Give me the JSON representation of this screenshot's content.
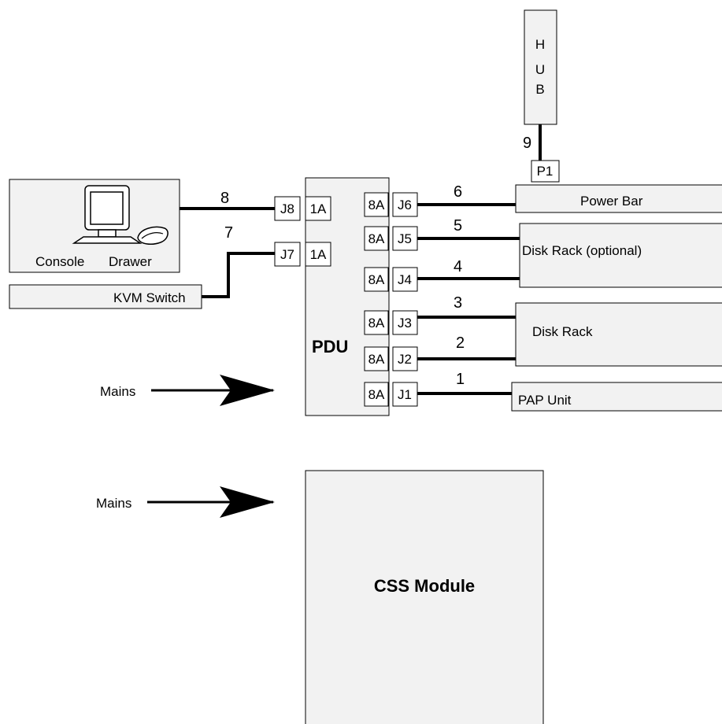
{
  "hub": {
    "letters": [
      "H",
      "U",
      "B"
    ]
  },
  "hub_port": "P1",
  "cable_labels": {
    "c1": "1",
    "c2": "2",
    "c3": "3",
    "c4": "4",
    "c5": "5",
    "c6": "6",
    "c7": "7",
    "c8": "8",
    "c9": "9"
  },
  "console": {
    "word1": "Console",
    "word2": "Drawer"
  },
  "kvm_switch": "KVM Switch",
  "pdu": {
    "title": "PDU",
    "left_jacks": [
      {
        "jack": "J8",
        "rating": "1A"
      },
      {
        "jack": "J7",
        "rating": "1A"
      }
    ],
    "right_jacks": [
      {
        "rating": "8A",
        "jack": "J6"
      },
      {
        "rating": "8A",
        "jack": "J5"
      },
      {
        "rating": "8A",
        "jack": "J4"
      },
      {
        "rating": "8A",
        "jack": "J3"
      },
      {
        "rating": "8A",
        "jack": "J2"
      },
      {
        "rating": "8A",
        "jack": "J1"
      }
    ]
  },
  "devices": {
    "power_bar": "Power Bar",
    "disk_rack_optional": "Disk Rack (optional)",
    "disk_rack": "Disk Rack",
    "pap_unit": "PAP Unit"
  },
  "mains": [
    "Mains",
    "Mains"
  ],
  "css_module": "CSS Module"
}
